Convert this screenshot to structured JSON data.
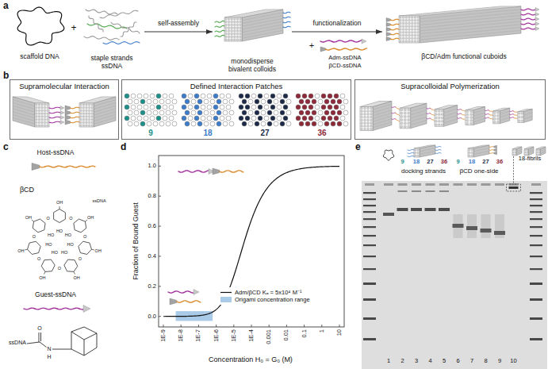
{
  "diagram": {
    "nodes": [
      {
        "text": [
          "scaffold DNA"
        ]
      },
      {
        "text": [
          "staple strands ssDNA"
        ]
      },
      {
        "text": [
          "monodisperse bivalent colloids"
        ]
      },
      {
        "text": [
          "βCD/Adm functional cuboids"
        ]
      },
      {
        "text": [
          "Supramolecular Interaction"
        ]
      },
      {
        "text": [
          "Defined Interaction Patches"
        ]
      },
      {
        "text": [
          "Supracolloidal Polymerization"
        ]
      }
    ],
    "edges": [
      {
        "from": 1,
        "to": 2,
        "label": "self-assembly",
        "arrow": "to"
      },
      {
        "from": 2,
        "to": 3,
        "label": "functionalization",
        "arrow": "to"
      }
    ],
    "labels": [
      "a",
      "+",
      "+",
      "Adm-ssDNA",
      "βCD-ssDNA",
      "b",
      "9",
      "18",
      "27",
      "36",
      "c",
      "Host-ssDNA",
      "βCD",
      "ssDNA",
      "OH",
      "OH",
      "OH",
      "OH",
      "OH",
      "OH",
      "OH",
      "HO",
      "HO",
      "HO",
      "HO",
      "HO",
      "HO",
      "HO",
      "O",
      "O",
      "O",
      "O",
      "O",
      "O",
      "O",
      "Guest-ssDNA",
      "O",
      "ssDNA",
      "N",
      "H",
      "d",
      "1.0",
      "0.8",
      "0.6",
      "0.4",
      "0.2",
      "0.0",
      "1E-9",
      "1E-8",
      "1E-7",
      "1E-6",
      "1E-5",
      "1E-4",
      "0.001",
      "0.01",
      "0.1",
      "1",
      "10",
      "Fraction of Bound Guest",
      "Concentration H₀ = G₀ (M)",
      "e",
      "9",
      "18",
      "27",
      "36",
      "docking strands",
      "9",
      "18",
      "27",
      "36",
      "βCD one-side",
      "18-fibrils",
      "1",
      "2",
      "3",
      "4",
      "5",
      "6",
      "7",
      "8",
      "9",
      "10"
    ],
    "legend": [
      {
        "text": "Adm/βCD Kₐ = 5x10⁴ M⁻¹"
      },
      {
        "text": "Origami concentration range",
        "color": "#a9cbe8"
      }
    ]
  }
}
